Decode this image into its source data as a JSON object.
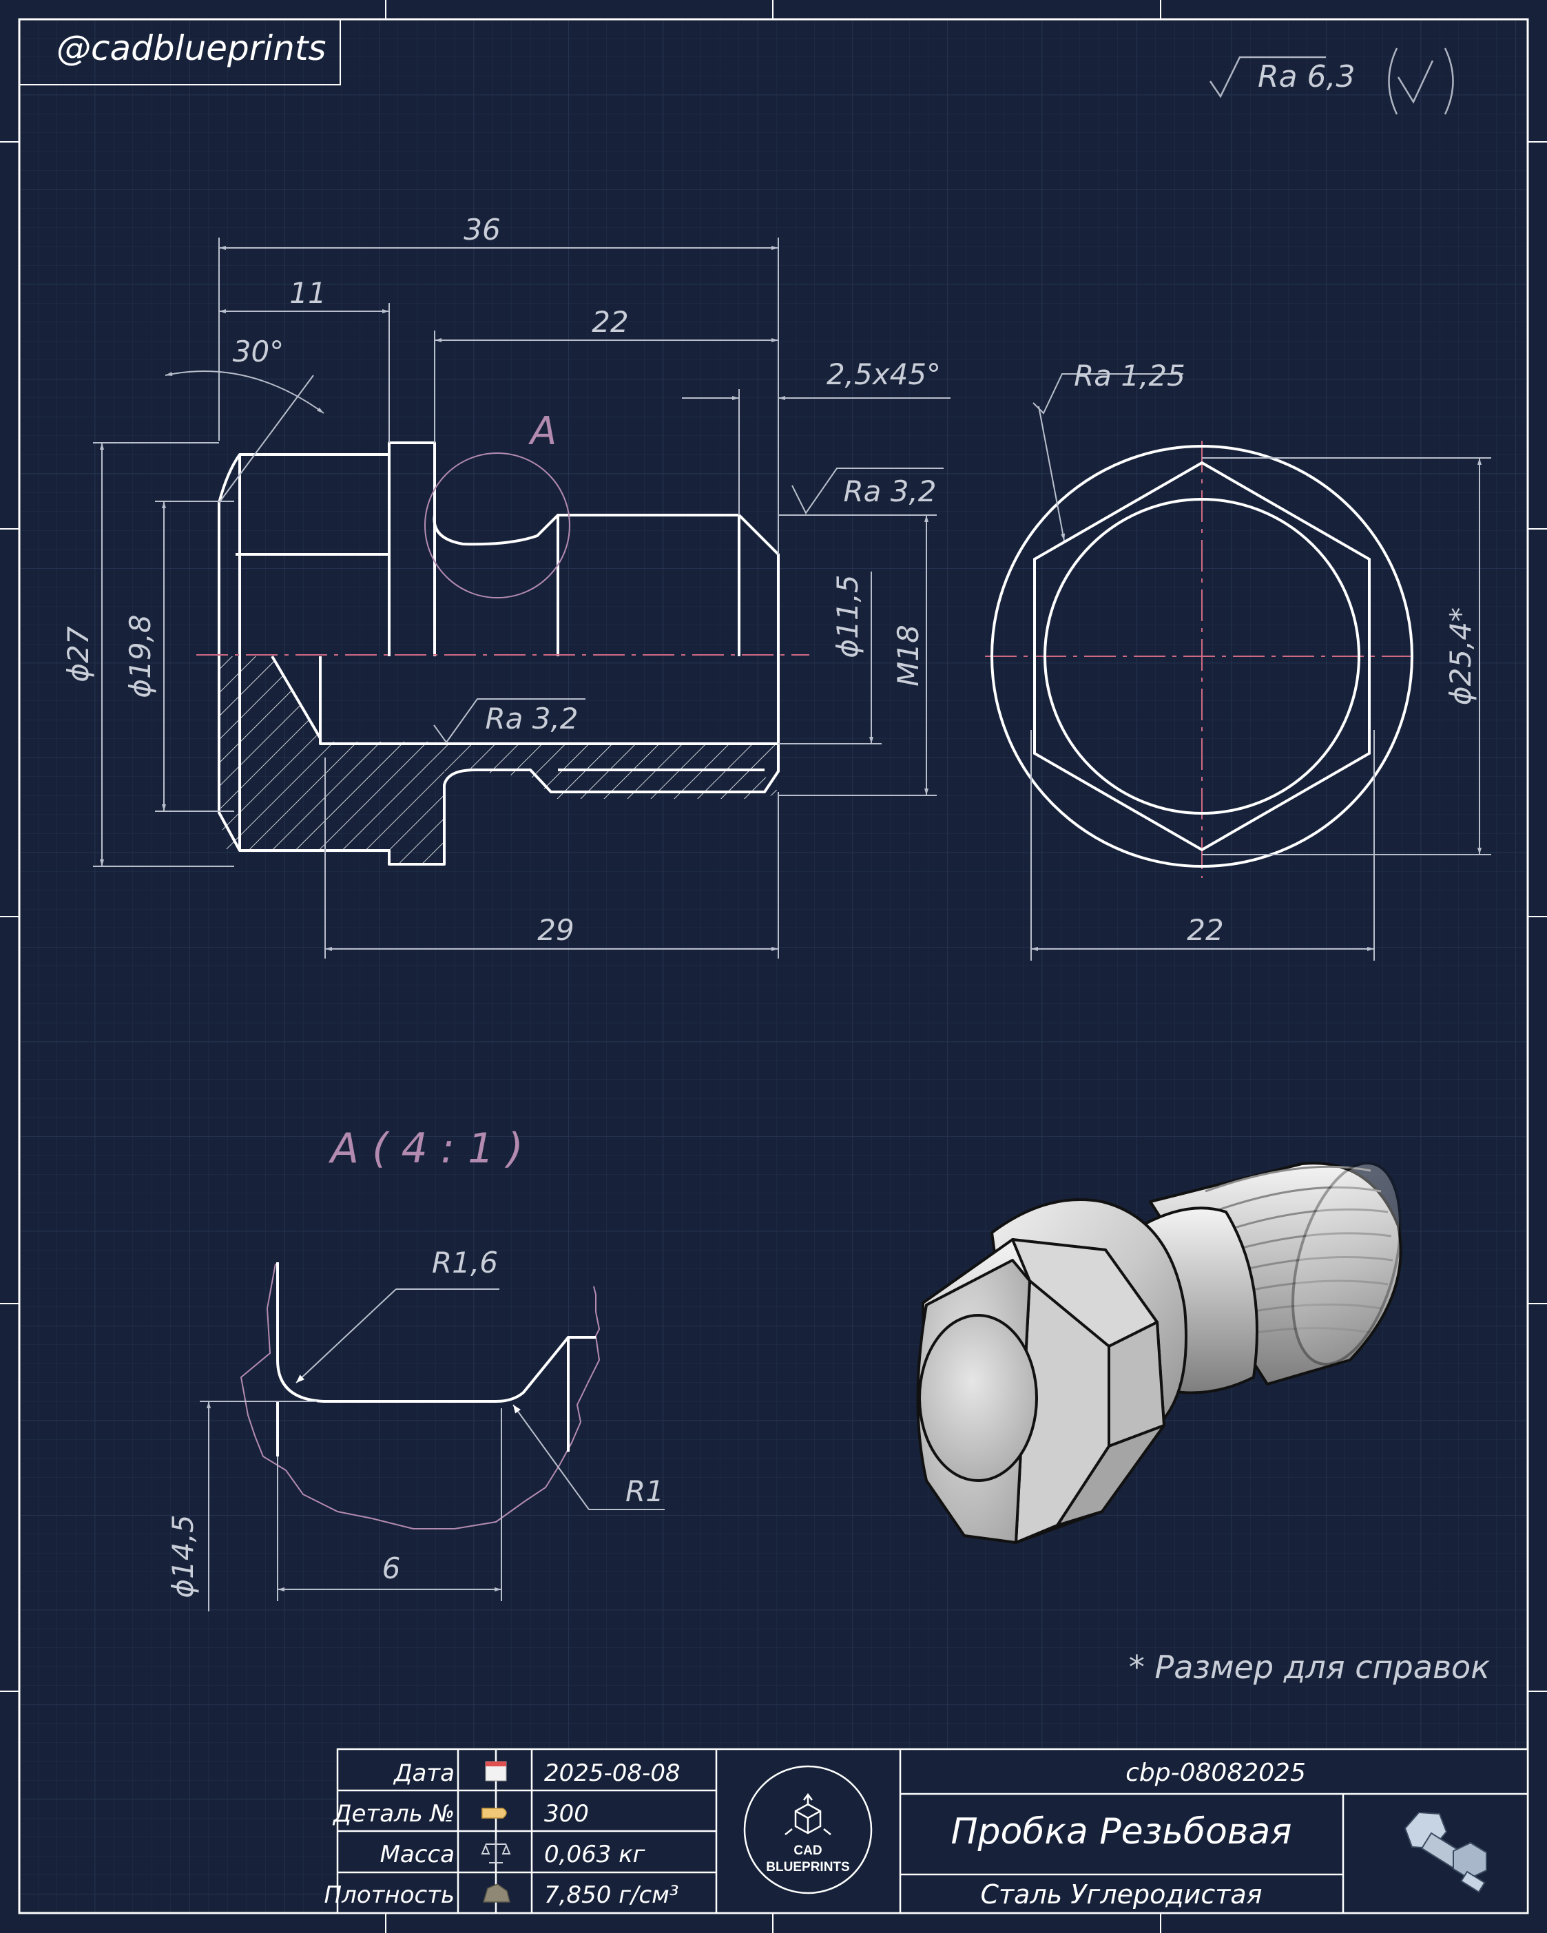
{
  "handle": "@cadblueprints",
  "surface_roughness": {
    "general": "Ra 6,3",
    "hex_face": "Ra 1,25",
    "thread_end": "Ra 3,2",
    "bore": "Ra 3,2"
  },
  "section_view": {
    "dims": {
      "overall_length": "36",
      "head_length": "11",
      "thread_length": "22",
      "chamfer": "2,5x45°",
      "angle": "30°",
      "dia_27": "ϕ27",
      "dia_19_8": "ϕ19,8",
      "dia_11_5": "ϕ11,5",
      "thread": "M18",
      "bore_depth": "29"
    },
    "detail_marker": "A"
  },
  "end_view": {
    "dims": {
      "across_corners": "ϕ25,4*",
      "across_flats": "22"
    }
  },
  "detail_view": {
    "title": "A ( 4 : 1 )",
    "dims": {
      "r_fillet": "R1,6",
      "r_edge": "R1",
      "dia": "ϕ14,5",
      "width": "6"
    }
  },
  "note": "* Размер для справок",
  "title_block": {
    "rows": [
      {
        "label": "Дата",
        "value": "2025-08-08",
        "icon": "calendar-icon"
      },
      {
        "label": "Деталь №",
        "value": "300",
        "icon": "tag-icon"
      },
      {
        "label": "Масса",
        "value": "0,063 кг",
        "icon": "scale-icon"
      },
      {
        "label": "Плотность",
        "value": "7,850 г/см³",
        "icon": "rock-icon"
      }
    ],
    "logo_line1": "CAD",
    "logo_line2": "BLUEPRINTS",
    "code": "cbp-08082025",
    "part_name": "Пробка Резьбовая",
    "material": "Сталь Углеродистая",
    "thumbnail_icon": "bolt-nut-icon"
  },
  "colors": {
    "background": "#17223a",
    "grid": "#25324d",
    "line": "#ffffff",
    "dim": "#b9bfcc",
    "accent": "#b48bb0",
    "centerline": "#d06a84"
  }
}
